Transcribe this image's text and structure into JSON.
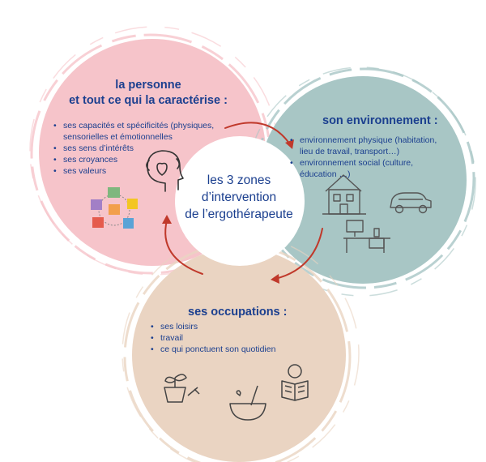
{
  "colors": {
    "personne": "#f5c6cb",
    "environnement": "#a9c7c6",
    "occupations": "#ead5c3",
    "text": "#1b3f8f",
    "arrow": "#c0392b"
  },
  "center": {
    "line1": "les 3 zones",
    "line2": "d’intervention",
    "line3": "de l’ergothérapeute"
  },
  "personne": {
    "title1": "la personne",
    "title2": "et tout ce qui la caractérise :",
    "items": [
      "ses capacités et spécificités (physiques, sensorielles et émotionnelles",
      "ses sens d’intérêts",
      "ses croyances",
      "ses valeurs"
    ],
    "icons": [
      "head-heart-icon",
      "senses-wheel-icon"
    ]
  },
  "environnement": {
    "title": "son environnement :",
    "items": [
      "environnement physique (habitation, lieu de travail, transport…)",
      "environnement social (culture, éducation …)"
    ],
    "icons": [
      "house-icon",
      "car-icon",
      "desk-icon"
    ]
  },
  "occupations": {
    "title": "ses occupations :",
    "items": [
      "ses loisirs",
      "travail",
      "ce qui ponctuent son quotidien"
    ],
    "icons": [
      "plant-pot-icon",
      "mixing-bowl-icon",
      "reading-icon"
    ]
  }
}
